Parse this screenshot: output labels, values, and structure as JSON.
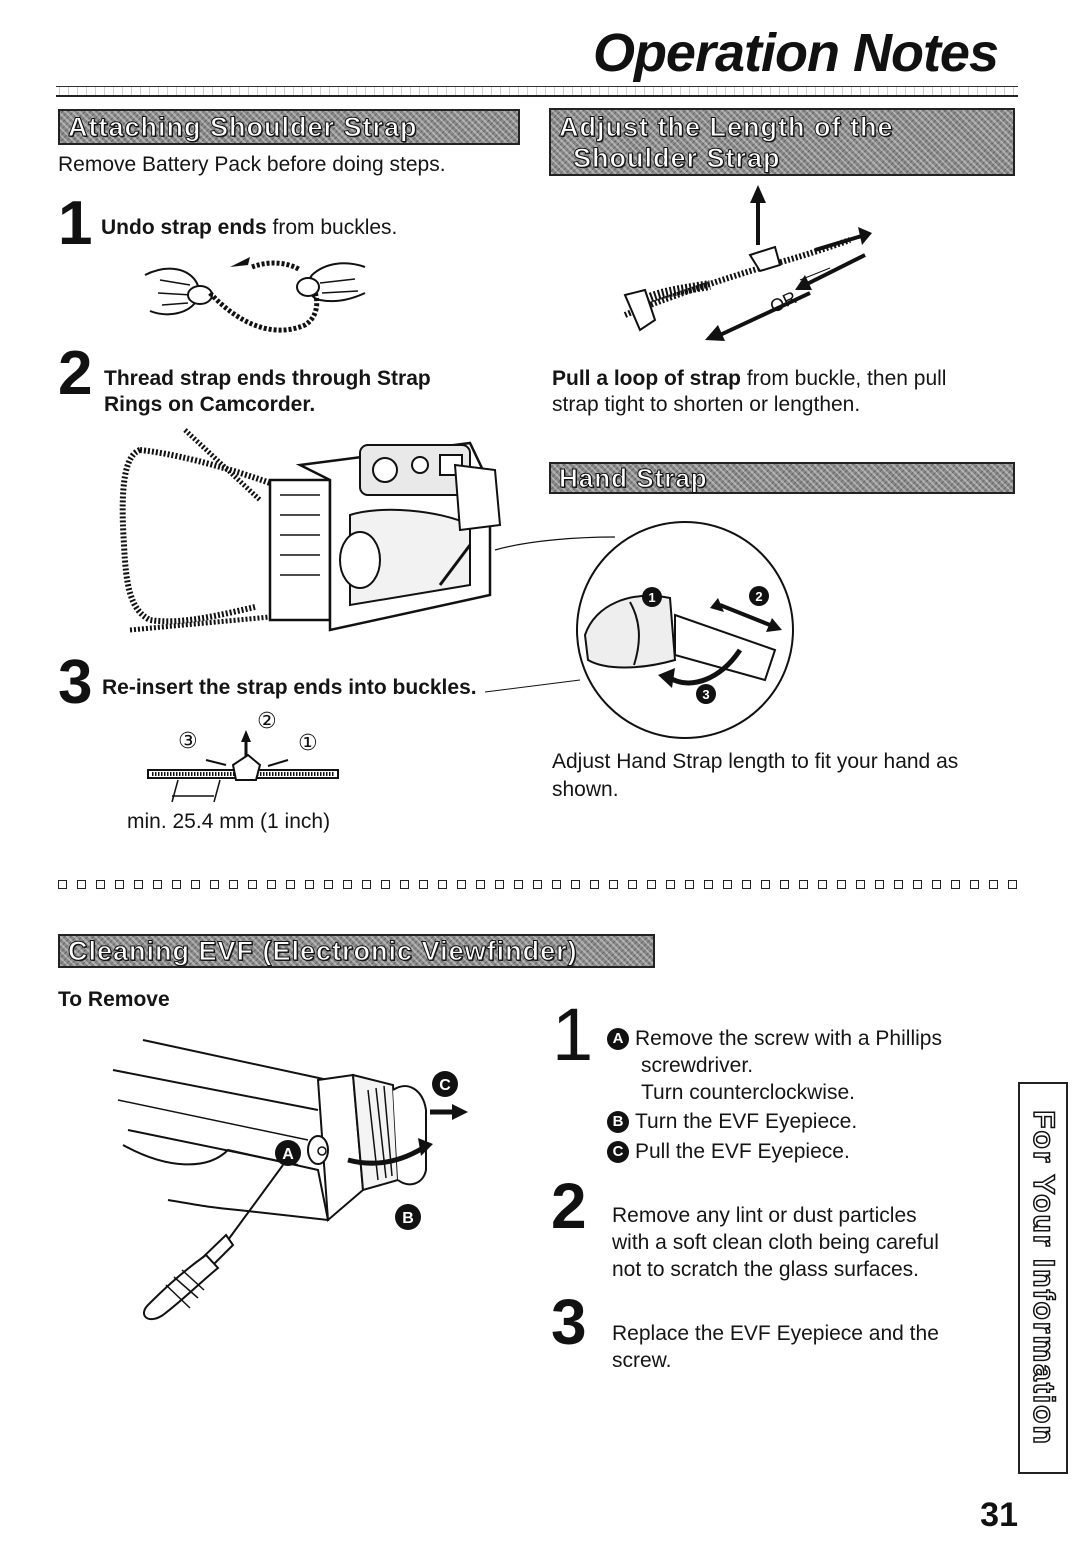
{
  "header": {
    "title": "Operation Notes"
  },
  "shoulder_strap": {
    "heading": "Attaching Shoulder Strap",
    "note": "Remove Battery Pack before doing steps.",
    "step1": {
      "num": "1",
      "bold": "Undo strap ends",
      "rest": " from buckles."
    },
    "step2": {
      "num": "2",
      "line1": "Thread strap ends through Strap",
      "line2": "Rings on Camcorder."
    },
    "step3": {
      "num": "3",
      "text": "Re-insert the strap ends into buckles."
    },
    "marks": {
      "m1": "①",
      "m2": "②",
      "m3": "③"
    },
    "min_label": "min. 25.4 mm (1 inch)"
  },
  "adjust_strap": {
    "heading_line1": "Adjust the Length of the",
    "heading_line2": "Shoulder Strap",
    "or_label": "OR",
    "bold": "Pull a loop of strap",
    "rest1": " from buckle, then pull",
    "rest2": "strap tight to shorten or lengthen."
  },
  "hand_strap": {
    "heading": "Hand Strap",
    "callouts": [
      "1",
      "2",
      "3"
    ],
    "text_line1": "Adjust Hand Strap length to fit your hand as",
    "text_line2": "shown."
  },
  "evf": {
    "heading": "Cleaning EVF (Electronic Viewfinder)",
    "to_remove": "To Remove",
    "labels": {
      "a": "A",
      "b": "B",
      "c": "C"
    },
    "step1": {
      "num": "1",
      "line1": "Remove the screw with a Phillips",
      "line2": "screwdriver.",
      "line3": "Turn counterclockwise.",
      "line4": "Turn the EVF Eyepiece.",
      "line5": "Pull the EVF Eyepiece."
    },
    "step2": {
      "num": "2",
      "line1": "Remove any lint or dust particles",
      "line2": "with a soft clean cloth being careful",
      "line3": "not to scratch the glass surfaces."
    },
    "step3": {
      "num": "3",
      "line1": "Replace the EVF Eyepiece and the",
      "line2": "screw."
    }
  },
  "side_tab": {
    "text": "For Your Information"
  },
  "footer": {
    "page_number": "31"
  }
}
